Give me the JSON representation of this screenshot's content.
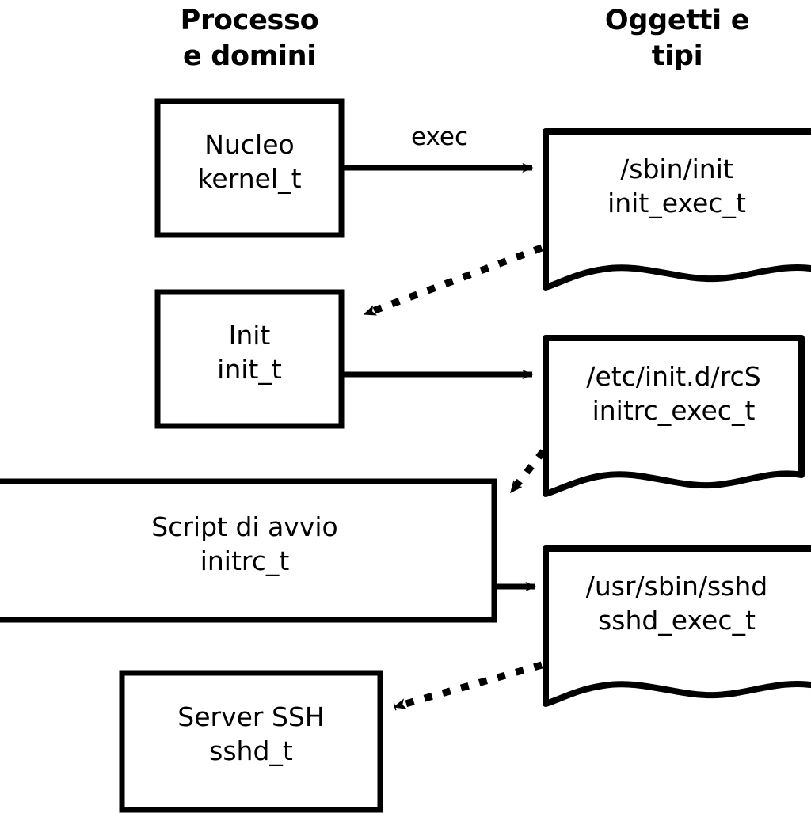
{
  "diagram": {
    "title_left": "Processo\ne domini",
    "title_right": "Oggetti e\ntipi",
    "ink_color": "#000000",
    "background_color": "#ffffff",
    "process_nodes": [
      {
        "id": "kernel",
        "name": "Nucleo",
        "type": "kernel_t",
        "label": "Nucleo\nkernel_t"
      },
      {
        "id": "init",
        "name": "Init",
        "type": "init_t",
        "label": "Init\ninit_t"
      },
      {
        "id": "initrc",
        "name": "Script di avvio",
        "type": "initrc_t",
        "label": "Script di avvio\ninitrc_t"
      },
      {
        "id": "sshd",
        "name": "Server SSH",
        "type": "sshd_t",
        "label": "Server SSH\nsshd_t"
      }
    ],
    "object_nodes": [
      {
        "id": "init_exec",
        "path": "/sbin/init",
        "type": "init_exec_t",
        "label": "/sbin/init\ninit_exec_t"
      },
      {
        "id": "initrc_exec",
        "path": "/etc/init.d/rcS",
        "type": "initrc_exec_t",
        "label": "/etc/init.d/rcS\ninitrc_exec_t"
      },
      {
        "id": "sshd_exec",
        "path": "/usr/sbin/sshd",
        "type": "sshd_exec_t",
        "label": "/usr/sbin/sshd\nsshd_exec_t"
      }
    ],
    "edges": [
      {
        "id": "e1",
        "from": "kernel",
        "to": "init_exec",
        "style": "solid",
        "label": "exec"
      },
      {
        "id": "e2",
        "from": "init_exec",
        "to": "init",
        "style": "dotted",
        "label": ""
      },
      {
        "id": "e3",
        "from": "init",
        "to": "initrc_exec",
        "style": "solid",
        "label": ""
      },
      {
        "id": "e4",
        "from": "initrc_exec",
        "to": "initrc",
        "style": "dotted",
        "label": ""
      },
      {
        "id": "e5",
        "from": "initrc",
        "to": "sshd_exec",
        "style": "solid",
        "label": ""
      },
      {
        "id": "e6",
        "from": "sshd_exec",
        "to": "sshd",
        "style": "dotted",
        "label": ""
      }
    ],
    "edge_labels": {
      "exec": "exec"
    }
  }
}
